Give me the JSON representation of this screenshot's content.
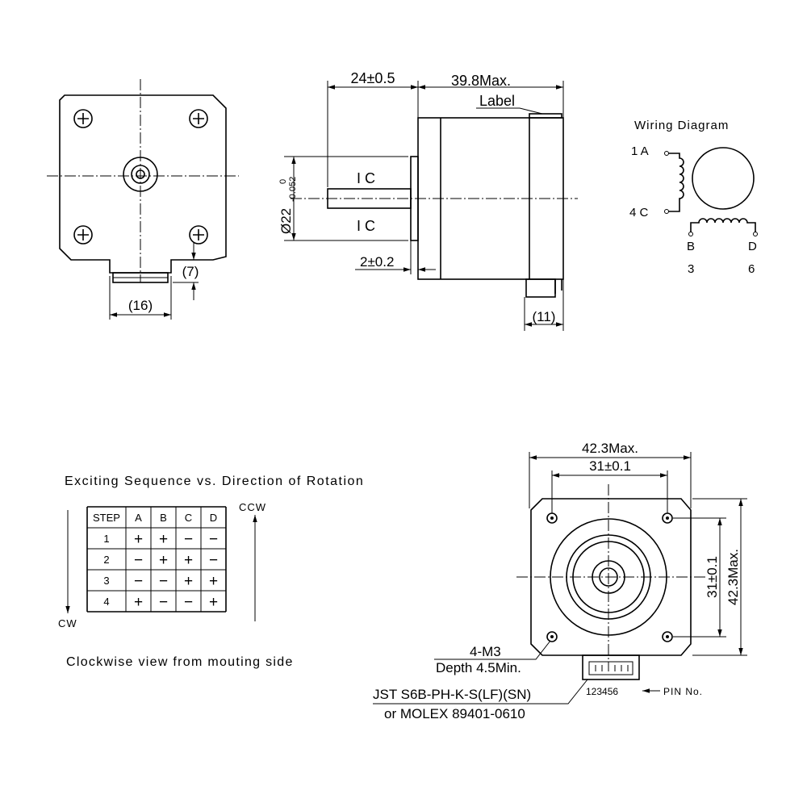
{
  "side_view": {
    "dim_shaft_length": "24±0.5",
    "dim_body_length": "39.8Max.",
    "label_callout": "Label",
    "flat_mark_top": "I C",
    "flat_mark_bottom": "I C",
    "dim_boss_dia": "Ø22",
    "dim_boss_dia_tol_upper": "0",
    "dim_boss_dia_tol_lower": "-0.052",
    "dim_boss_height": "2±0.2",
    "dim_connector_width": "(11)"
  },
  "front_view": {
    "dim_connector_width": "(16)",
    "dim_connector_height": "(7)"
  },
  "wiring_diagram": {
    "title": "Wiring Diagram",
    "phase_1": "1 A",
    "phase_4": "4 C",
    "phase_b": "B",
    "phase_d": "D",
    "pin_3": "3",
    "pin_6": "6"
  },
  "sequence_table": {
    "title": "Exciting Sequence vs. Direction of Rotation",
    "headers": [
      "STEP",
      "A",
      "B",
      "C",
      "D"
    ],
    "rows": [
      [
        "1",
        "+",
        "+",
        "−",
        "−"
      ],
      [
        "2",
        "−",
        "+",
        "+",
        "−"
      ],
      [
        "3",
        "−",
        "−",
        "+",
        "+"
      ],
      [
        "4",
        "+",
        "−",
        "−",
        "+"
      ]
    ],
    "ccw_label": "CCW",
    "cw_label": "CW",
    "note": "Clockwise view from mouting side"
  },
  "mount_view": {
    "dim_overall_width": "42.3Max.",
    "dim_hole_spacing_h": "31±0.1",
    "dim_hole_spacing_v": "31±0.1",
    "dim_overall_height": "42.3Max.",
    "thread_spec": "4-M3",
    "thread_depth": "Depth 4.5Min.",
    "connector_jst": "JST S6B-PH-K-S(LF)(SN)",
    "connector_molex": "or MOLEX 89401-0610",
    "pin_numbers": "123456",
    "pin_label": "PIN No."
  }
}
